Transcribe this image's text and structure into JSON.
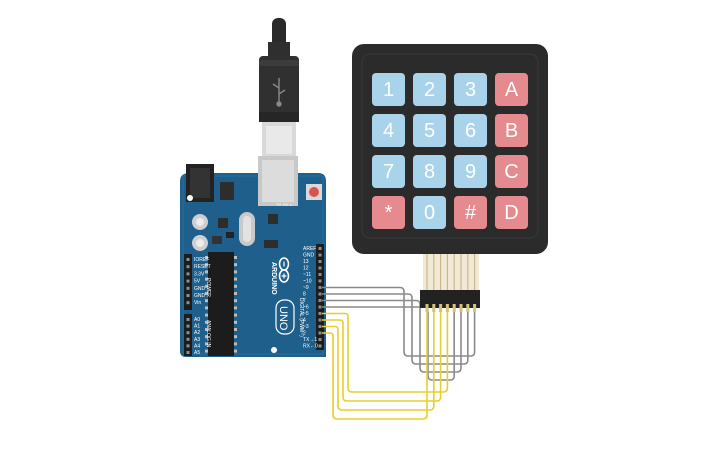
{
  "keypad": {
    "keys": [
      {
        "label": "1",
        "color": "#a9d3eb"
      },
      {
        "label": "2",
        "color": "#a9d3eb"
      },
      {
        "label": "3",
        "color": "#a9d3eb"
      },
      {
        "label": "A",
        "color": "#e58a8f"
      },
      {
        "label": "4",
        "color": "#a9d3eb"
      },
      {
        "label": "5",
        "color": "#a9d3eb"
      },
      {
        "label": "6",
        "color": "#a9d3eb"
      },
      {
        "label": "B",
        "color": "#e58a8f"
      },
      {
        "label": "7",
        "color": "#a9d3eb"
      },
      {
        "label": "8",
        "color": "#a9d3eb"
      },
      {
        "label": "9",
        "color": "#a9d3eb"
      },
      {
        "label": "C",
        "color": "#e58a8f"
      },
      {
        "label": "*",
        "color": "#e58a8f"
      },
      {
        "label": "0",
        "color": "#a9d3eb"
      },
      {
        "label": "#",
        "color": "#e58a8f"
      },
      {
        "label": "D",
        "color": "#e58a8f"
      }
    ],
    "body_color": "#2b2b2b"
  },
  "board": {
    "brand": "ARDUINO",
    "model": "UNO",
    "body_color": "#1f5f8b",
    "digital_header_label": "DIGITAL (PWM~)",
    "power_header_label": "POWER",
    "analog_header_label": "ANALOG IN",
    "digital_pins": [
      "AREF",
      "GND",
      "13",
      "12",
      "~11",
      "~10",
      "~9",
      "8",
      "7",
      "~6",
      "~5",
      "4",
      "~3",
      "2",
      "TX→1",
      "RX←0"
    ],
    "power_pins": [
      "IOREF",
      "RESET",
      "3.3V",
      "5V",
      "GND",
      "GND",
      "Vin"
    ],
    "analog_pins": [
      "A0",
      "A1",
      "A2",
      "A3",
      "A4",
      "A5"
    ],
    "led_labels": [
      "TX",
      "RX",
      "L"
    ]
  },
  "wires": {
    "row_color": "#8a8a8a",
    "col_color": "#e6cf2a"
  }
}
